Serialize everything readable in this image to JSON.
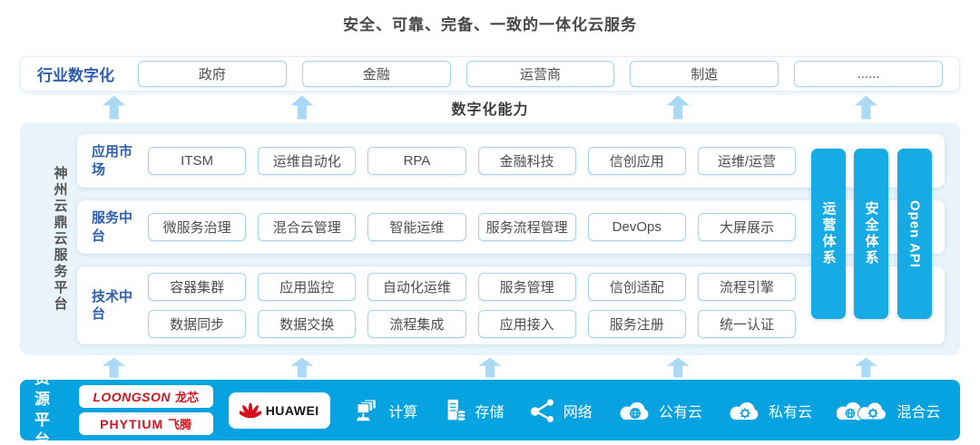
{
  "title": "安全、可靠、完备、一致的一体化云服务",
  "industry": {
    "label": "行业数字化",
    "items": [
      "政府",
      "金融",
      "运营商",
      "制造",
      "......"
    ]
  },
  "capability_label": "数字化能力",
  "platform": {
    "side_label": "神州云鼎云服务平台",
    "app_row": {
      "label": "应用市场",
      "boxes": [
        "ITSM",
        "运维自动化",
        "RPA",
        "金融科技",
        "信创应用",
        "运维/运营"
      ]
    },
    "service_row": {
      "label": "服务中台",
      "boxes": [
        "微服务治理",
        "混合云管理",
        "智能运维",
        "服务流程管理",
        "DevOps",
        "大屏展示"
      ]
    },
    "tech_row": {
      "label": "技术中台",
      "boxes_top": [
        "容器集群",
        "应用监控",
        "自动化运维",
        "服务管理",
        "信创适配",
        "流程引擎"
      ],
      "boxes_bottom": [
        "数据同步",
        "数据交换",
        "流程集成",
        "应用接入",
        "服务注册",
        "统一认证"
      ]
    },
    "pillars": {
      "operation": "运营体系",
      "security": "安全体系",
      "open_api": "Open API"
    }
  },
  "resources": {
    "label": "资源平台",
    "vendors": {
      "loongson_en": "LOONGSON",
      "loongson_cn": "龙芯",
      "phytium_en": "PHYTIUM",
      "phytium_cn": "飞腾",
      "huawei": "HUAWEI"
    },
    "items": [
      {
        "icon": "compute-icon",
        "label": "计算"
      },
      {
        "icon": "storage-icon",
        "label": "存储"
      },
      {
        "icon": "network-icon",
        "label": "网络"
      },
      {
        "icon": "public-cloud-icon",
        "label": "公有云"
      },
      {
        "icon": "private-cloud-icon",
        "label": "私有云"
      },
      {
        "icon": "hybrid-cloud-icon",
        "label": "混合云"
      }
    ]
  },
  "colors": {
    "brand_blue": "#07a2e0",
    "pillar_blue": "#17abe5",
    "arrow_blue": "#a9d9f4",
    "panel_bg": "#e8f3fa",
    "chip_border": "#a7d4ec",
    "label_blue": "#2e5fae",
    "text_dark": "#4d4d4d",
    "logo_red": "#d5131f"
  }
}
